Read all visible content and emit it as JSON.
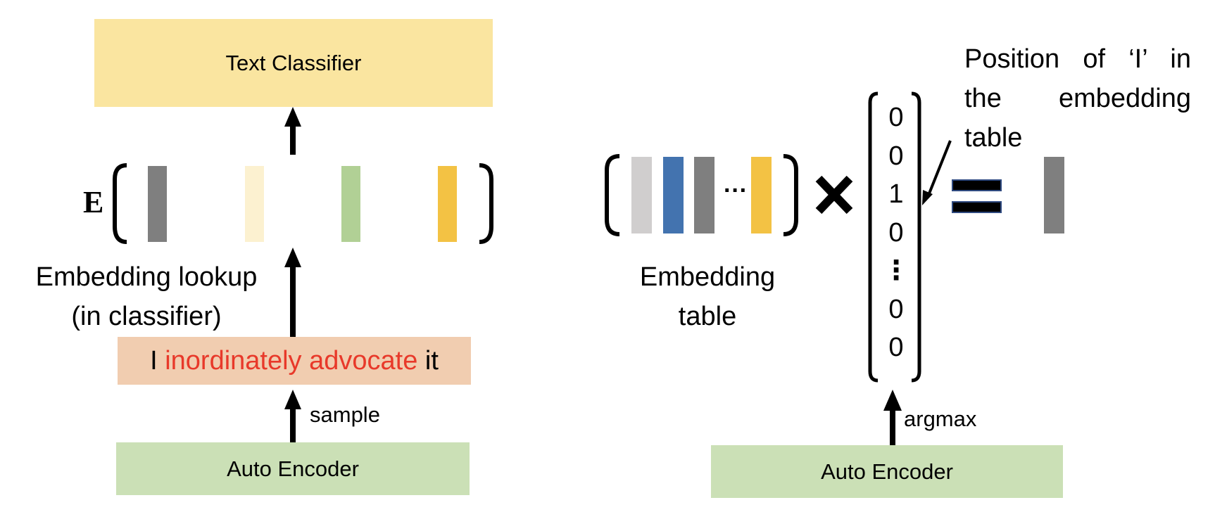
{
  "left_panel": {
    "text_classifier": {
      "label": "Text Classifier",
      "color": "#FAE5A0"
    },
    "embedding_symbol": "E",
    "embedding_vectors": [
      {
        "name": "vector-I",
        "color": "#7F7F7F"
      },
      {
        "name": "vector-inordinately",
        "color": "#FCF1D0"
      },
      {
        "name": "vector-advocate",
        "color": "#B1D095"
      },
      {
        "name": "vector-it",
        "color": "#F3C244"
      }
    ],
    "embedding_lookup_label_line1": "Embedding lookup",
    "embedding_lookup_label_line2": "(in classifier)",
    "sentence": {
      "background": "#F1CDB0",
      "words": [
        {
          "text": "I",
          "color": "#000000"
        },
        {
          "text": "inordinately advocate",
          "color": "#E8392A"
        },
        {
          "text": "it",
          "color": "#000000"
        }
      ]
    },
    "sample_label": "sample",
    "auto_encoder": {
      "label": "Auto Encoder",
      "color": "#CBE0B6"
    }
  },
  "right_panel": {
    "embedding_table_vectors": [
      {
        "name": "vector-1",
        "color": "#D0CECE"
      },
      {
        "name": "vector-2",
        "color": "#4373AF"
      },
      {
        "name": "vector-3",
        "color": "#7F7F7F"
      },
      {
        "name": "vector-n",
        "color": "#F3C244"
      }
    ],
    "ellipsis": "···",
    "embedding_table_label_line1": "Embedding",
    "embedding_table_label_line2": "table",
    "times_symbol": "×",
    "one_hot_vector": [
      "0",
      "0",
      "1",
      "0",
      "⋮",
      "0",
      "0"
    ],
    "annotation_line1": "Position of ‘I’ in",
    "annotation_line2": "the embedding",
    "annotation_line3": "table",
    "equals_symbol": "=",
    "result_vector": {
      "color": "#7F7F7F"
    },
    "argmax_label": "argmax",
    "auto_encoder": {
      "label": "Auto Encoder",
      "color": "#CBE0B6"
    }
  }
}
